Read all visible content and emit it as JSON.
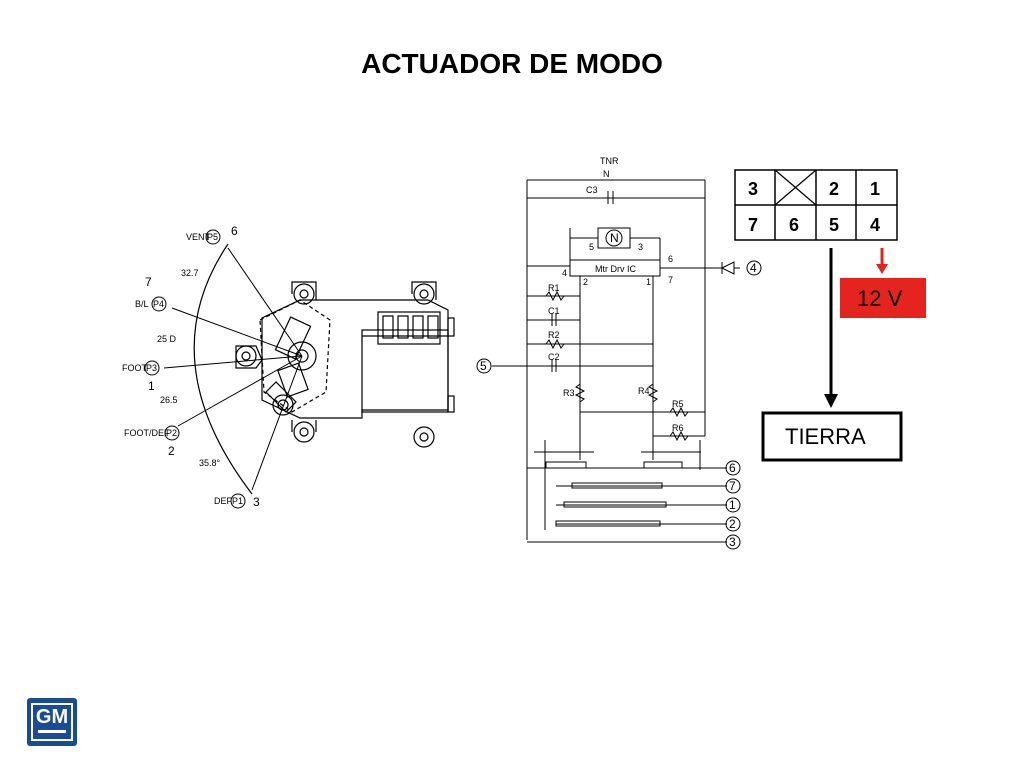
{
  "title": "ACTUADOR DE MODO",
  "actuator_positions": [
    {
      "code": "VENT",
      "pin": "P5",
      "num": "6"
    },
    {
      "code": "B/L",
      "pin": "P4",
      "num": "7"
    },
    {
      "code": "FOOT",
      "pin": "P3",
      "num": "1"
    },
    {
      "code": "FOOT/DEF",
      "pin": "P2",
      "num": "2"
    },
    {
      "code": "DEF",
      "pin": "P1",
      "num": "3"
    }
  ],
  "angles": [
    "32.7",
    "25 D",
    "26.5",
    "35.8°"
  ],
  "circuit": {
    "tnr": "TNR",
    "n": "N",
    "c3": "C3",
    "motor": "N",
    "ic": "Mtr Drv IC",
    "ic_pins": [
      "5",
      "3",
      "4",
      "6",
      "7",
      "2",
      "1"
    ],
    "components": [
      "R1",
      "C1",
      "R2",
      "C2",
      "R3",
      "R4",
      "R5",
      "R6"
    ],
    "terminals": [
      "4",
      "5",
      "6",
      "7",
      "1",
      "2",
      "3"
    ]
  },
  "connector": {
    "top_row": [
      "3",
      "",
      "2",
      "1"
    ],
    "bottom_row": [
      "7",
      "6",
      "5",
      "4"
    ]
  },
  "power_label": "12 V",
  "ground_label": "TIERRA",
  "logo_text": "GM",
  "colors": {
    "power_bg": "#e52420",
    "arrow_red": "#e52420",
    "logo_bg": "#1a4c96"
  }
}
